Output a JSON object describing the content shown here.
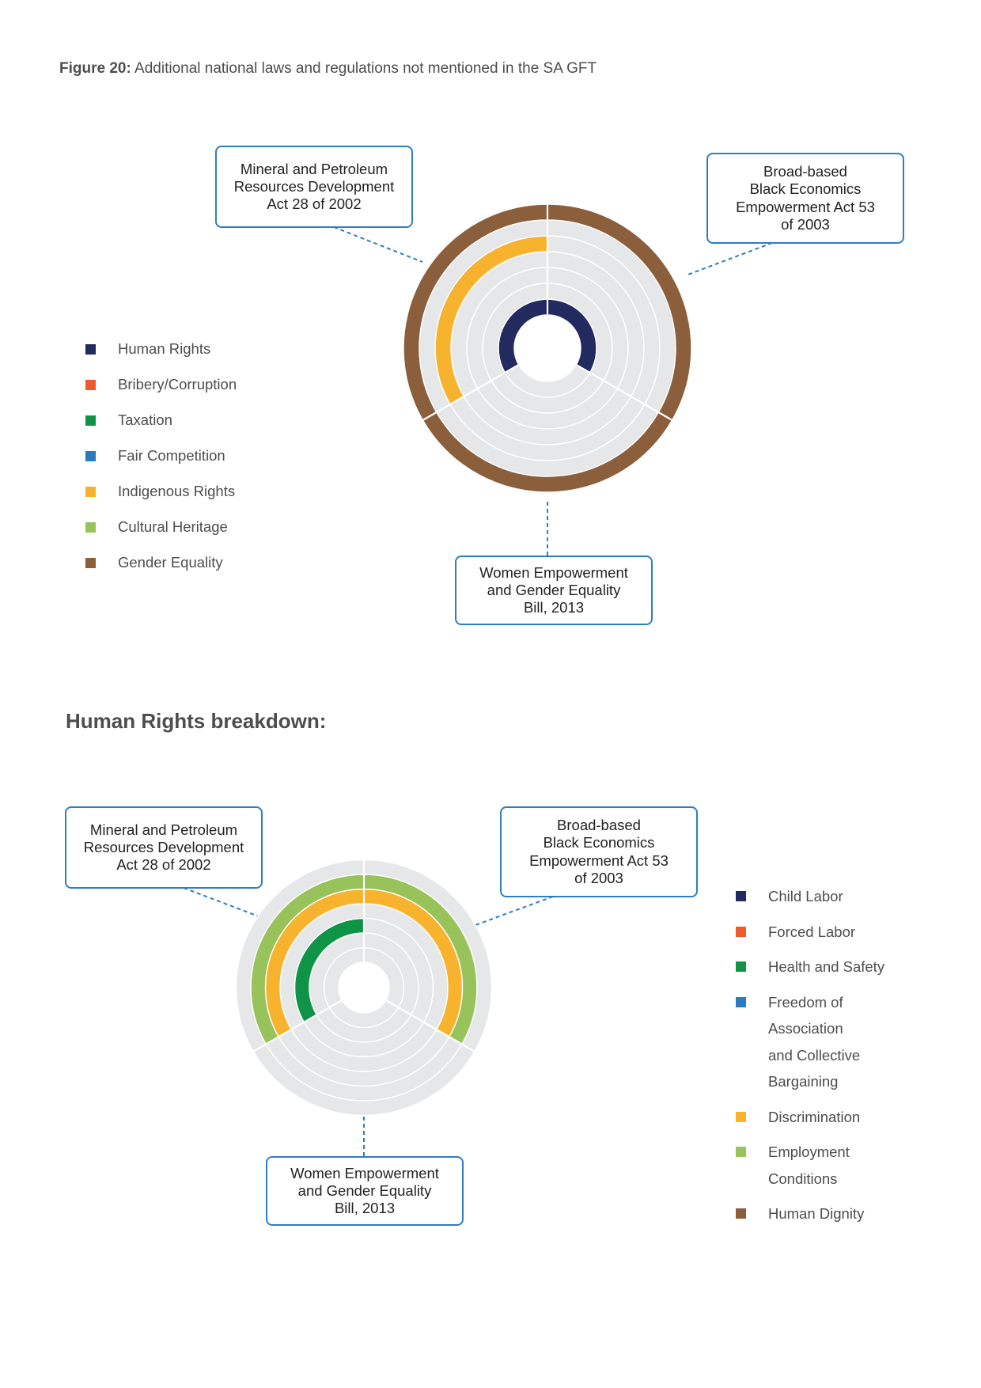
{
  "caption": {
    "label": "Figure 20:",
    "text": " Additional national laws and regulations not mentioned in the SA GFT"
  },
  "section_title": "Human Rights breakdown:",
  "colors": {
    "Human Rights": "#232a5f",
    "Bribery/Corruption": "#ee5a2c",
    "Taxation": "#0f9447",
    "Fair Competition": "#2a7bc0",
    "Indigenous Rights": "#f7b22e",
    "Cultural Heritage": "#98c25a",
    "Gender Equality": "#8b5e3c",
    "Child Labor": "#232a5f",
    "Forced Labor": "#ee5a2c",
    "Health and Safety": "#0f9447",
    "Freedom of Association and Collective Bargaining": "#2a7bc0",
    "Discrimination": "#f7b22e",
    "Employment Conditions": "#98c25a",
    "Human Dignity": "#8b5e3c",
    "track": "#e6e7e8",
    "callout_border": "#2f7ec1"
  },
  "chart_data": [
    {
      "type": "radial-matrix",
      "sectors": [
        "Mineral and Petroleum Resources Development Act 28 of 2002",
        "Broad-based Black Economics Empowerment Act 53 of 2003",
        "Women Empowerment and Gender Equality Bill, 2013"
      ],
      "rings": [
        "Human Rights",
        "Bribery/Corruption",
        "Taxation",
        "Fair Competition",
        "Indigenous Rights",
        "Cultural Heritage",
        "Gender Equality"
      ],
      "coverage": {
        "Human Rights": [
          1,
          1,
          0
        ],
        "Bribery/Corruption": [
          0,
          0,
          0
        ],
        "Taxation": [
          0,
          0,
          0
        ],
        "Fair Competition": [
          0,
          0,
          0
        ],
        "Indigenous Rights": [
          1,
          0,
          0
        ],
        "Cultural Heritage": [
          0,
          0,
          0
        ],
        "Gender Equality": [
          1,
          1,
          1
        ]
      }
    },
    {
      "type": "radial-matrix",
      "sectors": [
        "Mineral and Petroleum Resources Development Act 28 of 2002",
        "Broad-based Black Economics Empowerment Act 53 of 2003",
        "Women Empowerment and Gender Equality Bill, 2013"
      ],
      "rings": [
        "Child Labor",
        "Forced Labor",
        "Health and Safety",
        "Freedom of Association and Collective Bargaining",
        "Discrimination",
        "Employment Conditions",
        "Human Dignity"
      ],
      "coverage": {
        "Child Labor": [
          0,
          0,
          0
        ],
        "Forced Labor": [
          0,
          0,
          0
        ],
        "Health and Safety": [
          1,
          0,
          0
        ],
        "Freedom of Association and Collective Bargaining": [
          0,
          0,
          0
        ],
        "Discrimination": [
          1,
          1,
          0
        ],
        "Employment Conditions": [
          1,
          1,
          0
        ],
        "Human Dignity": [
          0,
          0,
          0
        ]
      }
    }
  ],
  "chart1": {
    "callouts": [
      {
        "line1": "Mineral and Petroleum",
        "line2": "Resources Development",
        "line3": "Act 28 of 2002",
        "line4": ""
      },
      {
        "line1": "Broad-based",
        "line2": "Black Economics",
        "line3": "Empowerment Act 53",
        "line4": "of 2003"
      },
      {
        "line1": "Women Empowerment",
        "line2": "and Gender Equality",
        "line3": "Bill, 2013",
        "line4": ""
      }
    ],
    "legend": [
      {
        "label": "Human Rights",
        "color": "#232a5f"
      },
      {
        "label": "Bribery/Corruption",
        "color": "#ee5a2c"
      },
      {
        "label": "Taxation",
        "color": "#0f9447"
      },
      {
        "label": "Fair Competition",
        "color": "#2a7bc0"
      },
      {
        "label": "Indigenous Rights",
        "color": "#f7b22e"
      },
      {
        "label": "Cultural Heritage",
        "color": "#98c25a"
      },
      {
        "label": "Gender Equality",
        "color": "#8b5e3c"
      }
    ]
  },
  "chart2": {
    "callouts": [
      {
        "line1": "Mineral and Petroleum",
        "line2": "Resources Development",
        "line3": "Act 28 of 2002",
        "line4": ""
      },
      {
        "line1": "Broad-based",
        "line2": "Black Economics",
        "line3": "Empowerment Act 53",
        "line4": "of 2003"
      },
      {
        "line1": "Women Empowerment",
        "line2": "and Gender Equality",
        "line3": "Bill, 2013",
        "line4": ""
      }
    ],
    "legend": [
      {
        "line1": "Child Labor",
        "line2": "",
        "line3": "",
        "line4": "",
        "color": "#232a5f"
      },
      {
        "line1": "Forced Labor",
        "line2": "",
        "line3": "",
        "line4": "",
        "color": "#ee5a2c"
      },
      {
        "line1": "Health and Safety",
        "line2": "",
        "line3": "",
        "line4": "",
        "color": "#0f9447"
      },
      {
        "line1": "Freedom of",
        "line2": "Association",
        "line3": "and Collective",
        "line4": "Bargaining",
        "color": "#2a7bc0"
      },
      {
        "line1": "Discrimination",
        "line2": "",
        "line3": "",
        "line4": "",
        "color": "#f7b22e"
      },
      {
        "line1": "Employment",
        "line2": "Conditions",
        "line3": "",
        "line4": "",
        "color": "#98c25a"
      },
      {
        "line1": "Human Dignity",
        "line2": "",
        "line3": "",
        "line4": "",
        "color": "#8b5e3c"
      }
    ]
  }
}
